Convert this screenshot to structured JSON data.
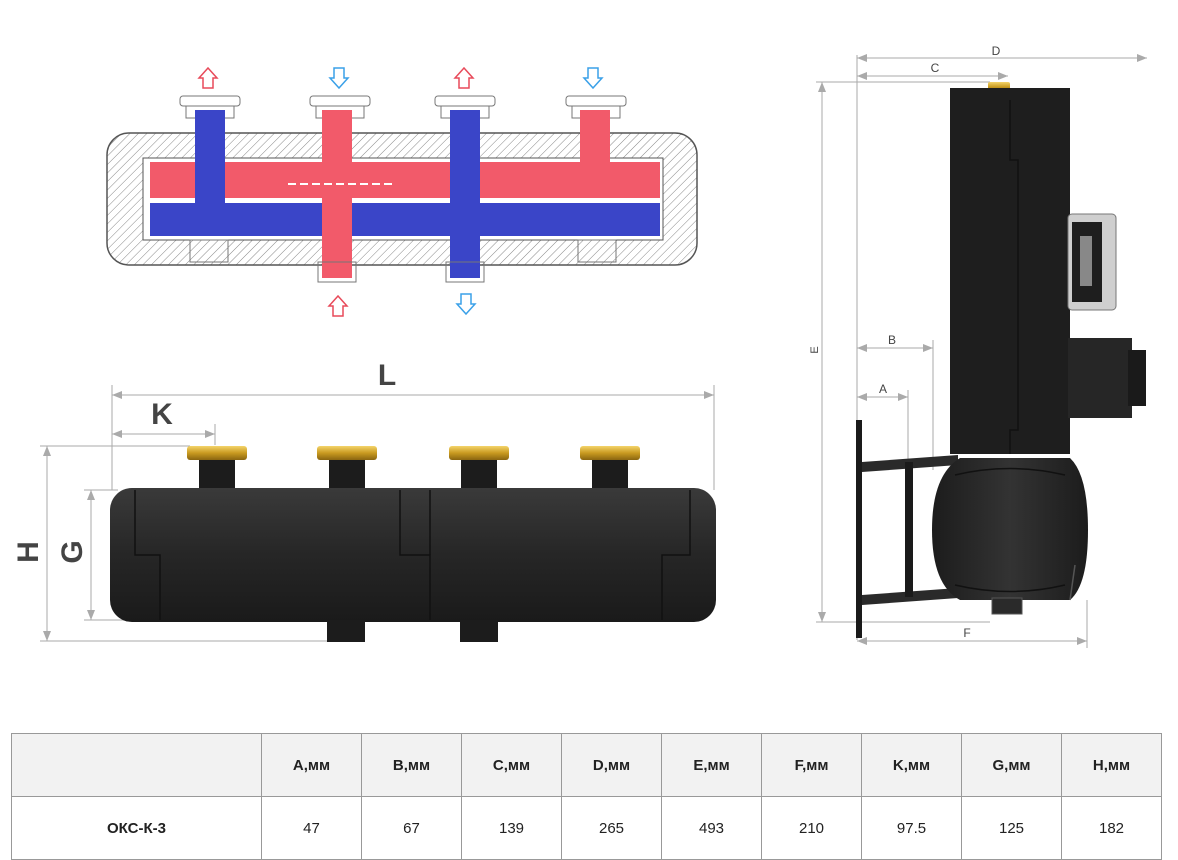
{
  "labels": {
    "L": "L",
    "K": "K",
    "H": "H",
    "G": "G",
    "A": "A",
    "B": "B",
    "C": "C",
    "D": "D",
    "E": "E",
    "F": "F"
  },
  "colors": {
    "hot": "#f25a6a",
    "cold": "#3a45c8",
    "body": "#2a2a2a",
    "brass": "#e0b83a"
  },
  "icons": [
    "arrow-up-red-icon",
    "arrow-down-blue-icon"
  ],
  "table": {
    "headers": [
      "",
      "A,мм",
      "B,мм",
      "C,мм",
      "D,мм",
      "E,мм",
      "F,мм",
      "K,мм",
      "G,мм",
      "H,мм"
    ],
    "rows": [
      {
        "model": "ОКС-К-3",
        "values": [
          "47",
          "67",
          "139",
          "265",
          "493",
          "210",
          "97.5",
          "125",
          "182"
        ]
      }
    ]
  }
}
